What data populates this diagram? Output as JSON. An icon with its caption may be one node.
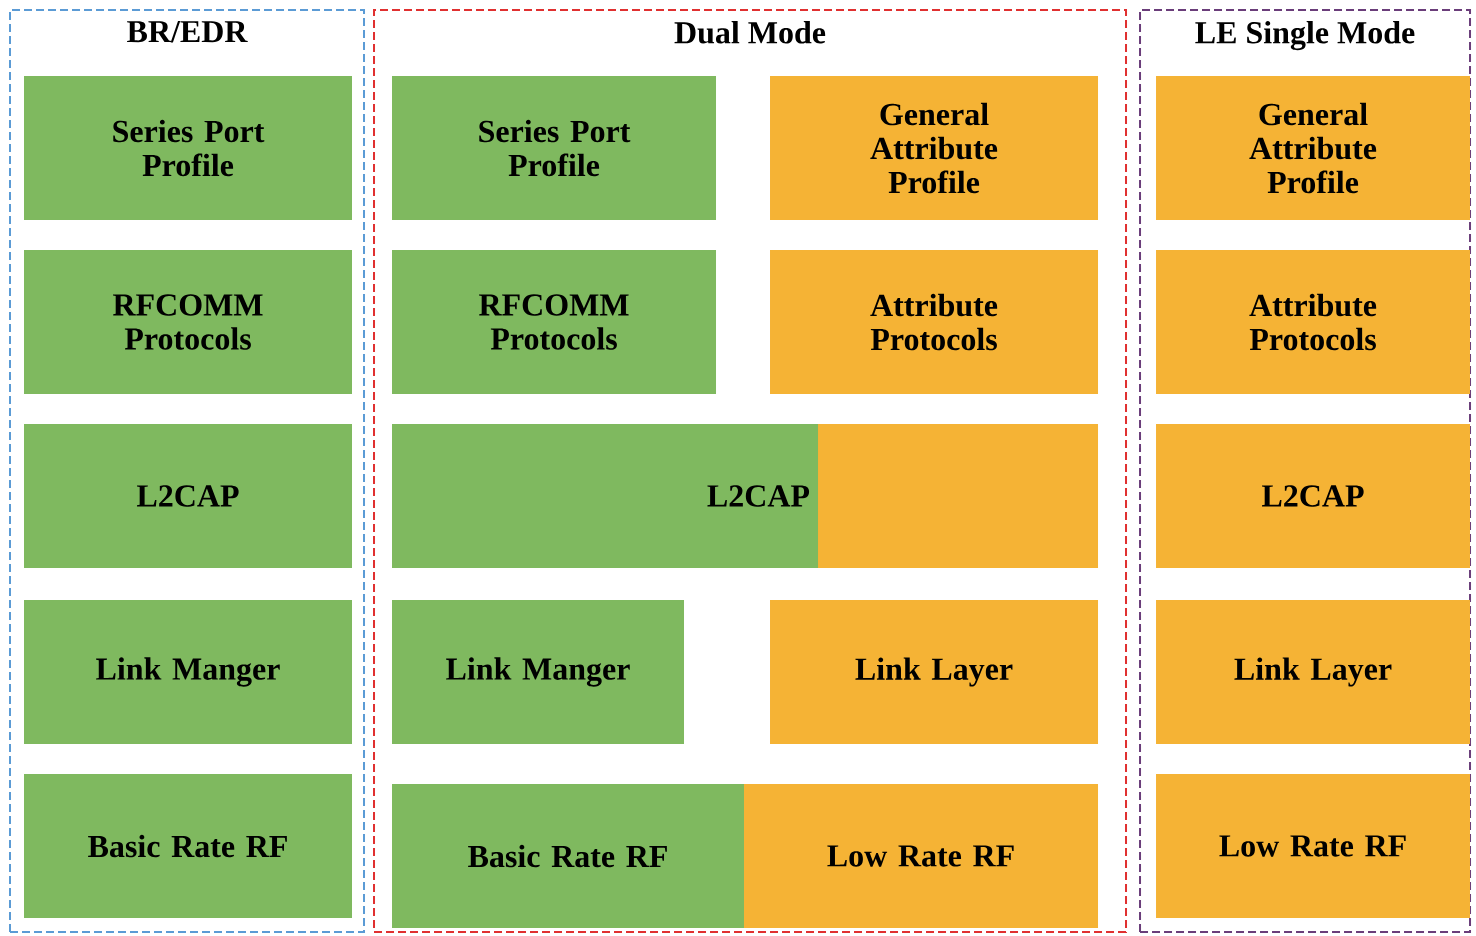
{
  "diagram": {
    "nodes": [
      {
        "text": [
          "BR/EDR"
        ]
      },
      {
        "text": [
          "Series Port Profile"
        ],
        "in": 0
      },
      {
        "text": [
          "RFCOMM Protocols"
        ],
        "in": 0
      },
      {
        "text": [
          "L2CAP"
        ],
        "in": 0
      },
      {
        "text": [
          "Link Manger"
        ],
        "in": 0
      },
      {
        "text": [
          "Basic Rate RF"
        ],
        "in": 0
      },
      {
        "text": [
          "Dual Mode"
        ]
      },
      {
        "text": [
          "Series Port Profile"
        ],
        "in": 6
      },
      {
        "text": [
          "General Attribute Profile"
        ],
        "in": 6
      },
      {
        "text": [
          "RFCOMM Protocols"
        ],
        "in": 6
      },
      {
        "text": [
          "Attribute Protocols"
        ],
        "in": 6
      },
      {
        "text": [
          "L2CAP"
        ],
        "in": 6
      },
      {
        "text": [
          "Link Manger"
        ],
        "in": 6
      },
      {
        "text": [
          "Link Layer"
        ],
        "in": 6
      },
      {
        "text": [
          "Basic Rate RF"
        ],
        "in": 6
      },
      {
        "text": [
          "Low Rate RF"
        ],
        "in": 6
      },
      {
        "text": [
          "LE Single Mode"
        ]
      },
      {
        "text": [
          "General Attribute Profile"
        ],
        "in": 16
      },
      {
        "text": [
          "Attribute Protocols"
        ],
        "in": 16
      },
      {
        "text": [
          "L2CAP"
        ],
        "in": 16
      },
      {
        "text": [
          "Link Layer"
        ],
        "in": 16
      },
      {
        "text": [
          "Low Rate RF"
        ],
        "in": 16
      }
    ]
  }
}
